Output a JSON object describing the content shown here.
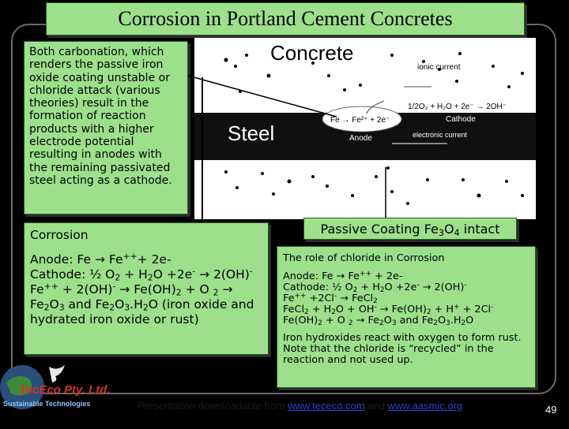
{
  "title": "Corrosion in Portland Cement Concretes",
  "description": "Both carbonation, which renders the passive iron oxide coating unstable or chloride attack (various theories) result in the formation of reaction products with a higher electrode potential resulting in anodes with the remaining passivated steel acting as a cathode.",
  "diagram": {
    "concrete_label": "Concrete",
    "steel_label": "Steel",
    "ionic_current": "ionic current",
    "cathode_reaction": "1/2O₂ + H₂O + 2e⁻ → 2OH⁻",
    "anode_reaction": "Fe → Fe²⁺ + 2e⁻",
    "cathode_label": "Cathode",
    "anode_label": "Anode",
    "electronic_current": "electronic current"
  },
  "passive_coating": {
    "prefix": "Passive Coating Fe",
    "sub1": "3",
    "mid": "O",
    "sub2": "4",
    "suffix": " intact"
  },
  "corrosion_box": {
    "heading": "Corrosion",
    "anode_a": "Anode: Fe → Fe",
    "anode_sup": "++",
    "anode_b": "+ 2e-",
    "cathode_a": "Cathode: ½ O",
    "cathode_s1": "2",
    "cathode_b": " + H",
    "cathode_s2": "2",
    "cathode_c": "O +2e",
    "cathode_sup": "-",
    "cathode_d": " → 2(OH)",
    "cathode_sup2": "-",
    "l3a": "Fe",
    "l3s1": "++",
    "l3b": " + 2(OH)",
    "l3s2": "-",
    "l3c": " → Fe(OH)",
    "l3s3": "2",
    "l3d": " + O ",
    "l3s4": "2",
    "l3e": " →",
    "l4a": "Fe",
    "l4s1": "2",
    "l4b": "O",
    "l4s2": "3",
    "l4c": " and Fe",
    "l4s3": "2",
    "l4d": "O",
    "l4s4": "3",
    "l4e": ".H",
    "l4s5": "2",
    "l4f": "O (iron oxide and hydrated iron oxide or rust)"
  },
  "chloride_box": {
    "heading": "The role of chloride in Corrosion",
    "a1": "Anode: Fe → Fe",
    "a1s": "++",
    "a1b": " + 2e-",
    "c1": "Cathode: ½ O",
    "c1s1": "2",
    "c1b": " + H",
    "c1s2": "2",
    "c1c": "O +2e",
    "c1s3": "-",
    "c1d": " → 2(OH)",
    "c1s4": "-",
    "f1": "Fe",
    "f1s1": "++",
    "f1b": " +2Cl",
    "f1s2": "-",
    "f1c": " → FeCl",
    "f1s3": "2",
    "g1": "FeCl",
    "g1s1": "2",
    "g1b": " + H",
    "g1s2": "2",
    "g1c": "O + OH",
    "g1s3": "-",
    "g1d": " → Fe(OH)",
    "g1s4": "2",
    "g1e": " + H",
    "g1s5": "+",
    "g1f": " + 2Cl",
    "g1s6": "-",
    "h1": "Fe(OH)",
    "h1s1": "2",
    "h1b": " + O ",
    "h1s2": "2",
    "h1c": " → Fe",
    "h1s3": "2",
    "h1d": "O",
    "h1s4": "3",
    "h1e": " and Fe",
    "h1s5": "2",
    "h1f": "O",
    "h1s6": "3",
    "h1g": ".H",
    "h1s7": "2",
    "h1h": "O",
    "note": "Iron hydroxides react with oxygen to form rust. Note that the chloride is “recycled” in the reaction and not used up."
  },
  "footer": {
    "prefix": "Presentation downloadable from ",
    "link1": "www.tececo.com",
    "middle": " and ",
    "link2": "www.aasmic.org"
  },
  "logo": {
    "name": "TecEco Pty. Ltd.",
    "tagline": "Sustainable Technologies"
  },
  "page_number": "49",
  "colors": {
    "panel_green": "#9ce08c",
    "background": "#000000",
    "link_blue": "#2d3fd0"
  }
}
